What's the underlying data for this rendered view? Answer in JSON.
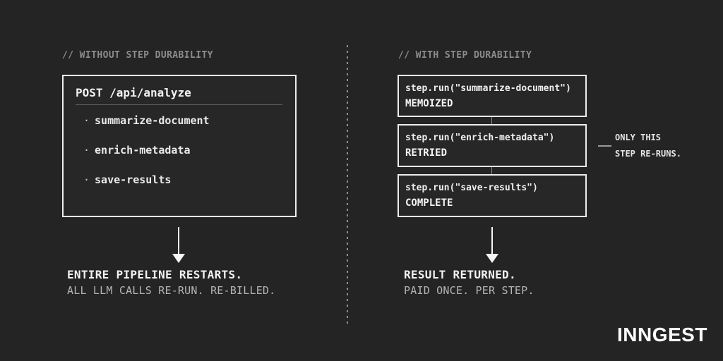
{
  "palette": {
    "background": "#242424",
    "box_border": "#ededed",
    "heading_text": "#8c8c8c",
    "primary_text": "#f2f2f2",
    "secondary_text": "#b4b4b4",
    "connector": "#8f8f8f"
  },
  "left_panel": {
    "heading": "// WITHOUT STEP DURABILITY",
    "request_box": {
      "title": "POST /api/analyze",
      "bullet": "·",
      "steps": [
        "summarize-document",
        "enrich-metadata",
        "save-results"
      ]
    },
    "outcome": {
      "line1": "ENTIRE PIPELINE RESTARTS.",
      "line2": "ALL LLM CALLS RE-RUN. RE-BILLED."
    }
  },
  "right_panel": {
    "heading": "// WITH STEP DURABILITY",
    "step_boxes": [
      {
        "code": "step.run(\"summarize-document\")",
        "status": "MEMOIZED"
      },
      {
        "code": "step.run(\"enrich-metadata\")",
        "status": "RETRIED"
      },
      {
        "code": "step.run(\"save-results\")",
        "status": "COMPLETE"
      }
    ],
    "annotation": {
      "line1": "ONLY THIS",
      "line2": "STEP RE-RUNS."
    },
    "outcome": {
      "line1": "RESULT RETURNED.",
      "line2": "PAID ONCE. PER STEP."
    }
  },
  "footer": {
    "brand": "INNGEST"
  }
}
